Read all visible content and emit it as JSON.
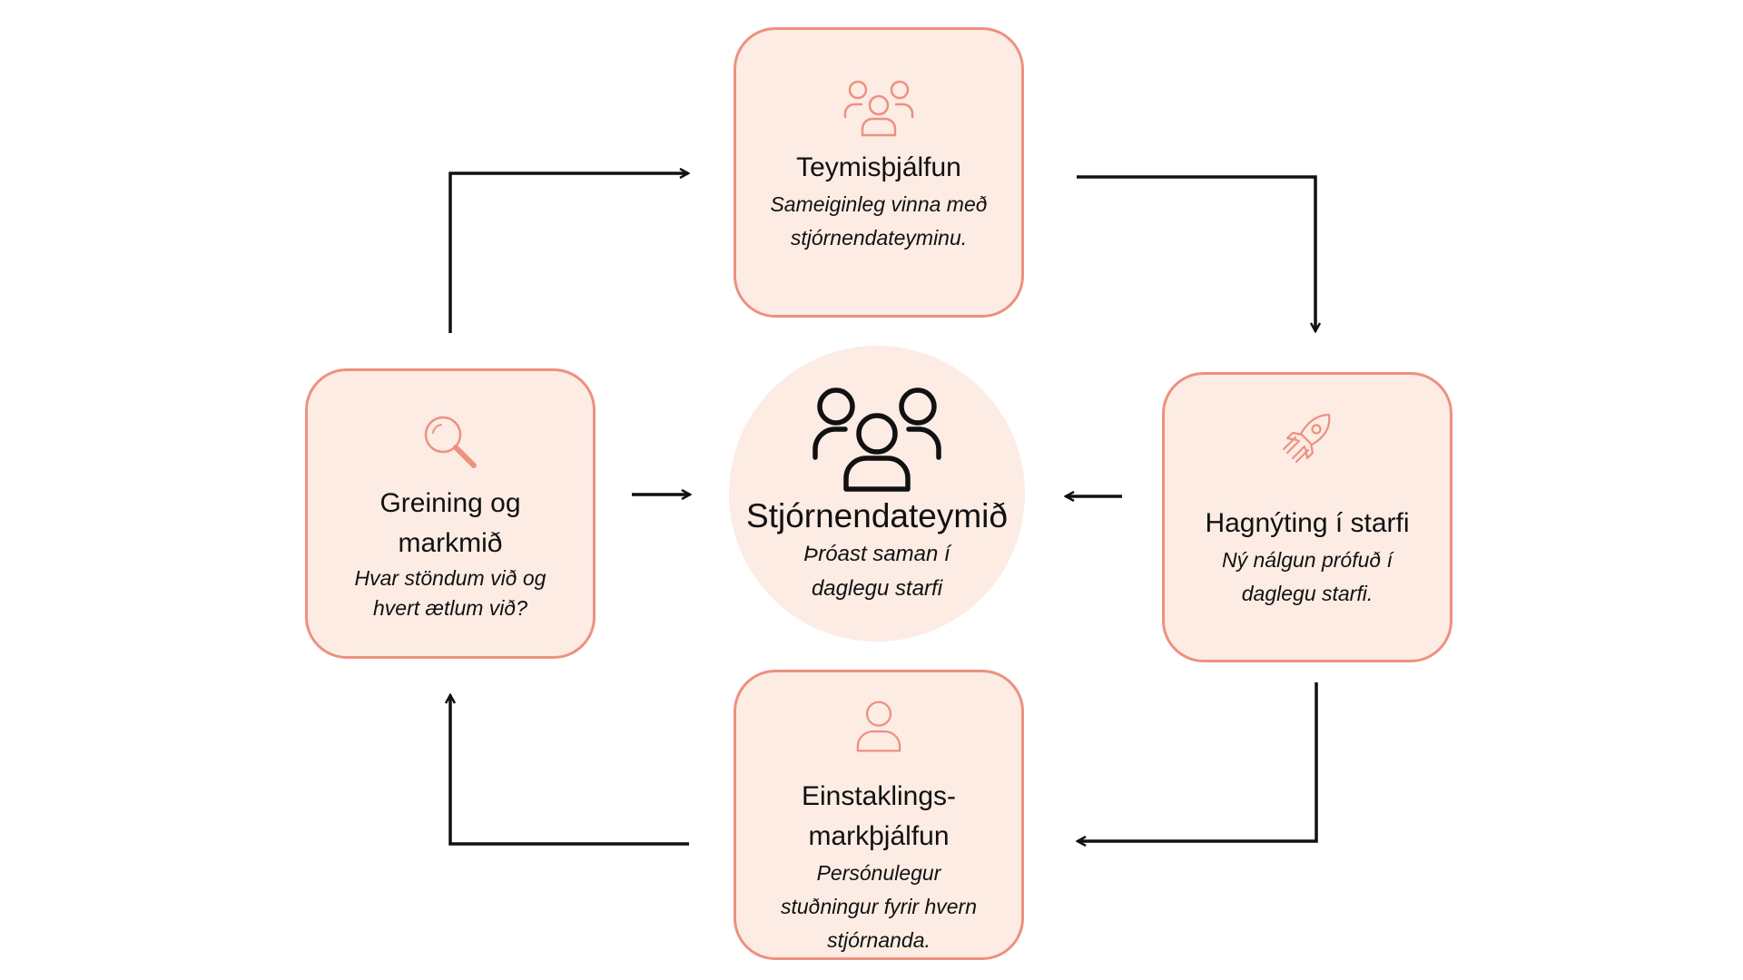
{
  "center": {
    "title": "Stjórnendateymið",
    "desc_lines": [
      "Þróast saman í",
      "daglegu starfi"
    ],
    "icon": "team-icon"
  },
  "cards": {
    "top": {
      "title_lines": [
        "Teymisþjálfun"
      ],
      "desc_lines": [
        "Sameiginleg vinna með",
        "stjórnendateyminu."
      ],
      "icon": "team-icon"
    },
    "right": {
      "title_lines": [
        "Hagnýting í starfi"
      ],
      "desc_lines": [
        "Ný nálgun prófuð í",
        "daglegu starfi."
      ],
      "icon": "rocket-icon"
    },
    "bottom": {
      "title_lines": [
        "Einstaklings-",
        "markþjálfun"
      ],
      "desc_lines": [
        "Persónulegur",
        "stuðningur fyrir hvern",
        "stjórnanda."
      ],
      "icon": "person-icon"
    },
    "left": {
      "title_lines": [
        "Greining og",
        "markmið"
      ],
      "desc_lines": [
        "Hvar stöndum við og",
        "hvert ætlum við?"
      ],
      "icon": "magnifier-icon"
    }
  },
  "colors": {
    "card_fill": "#fcece4",
    "card_border": "#ee9080",
    "icon_accent": "#ee9080",
    "arrow": "#111111"
  }
}
